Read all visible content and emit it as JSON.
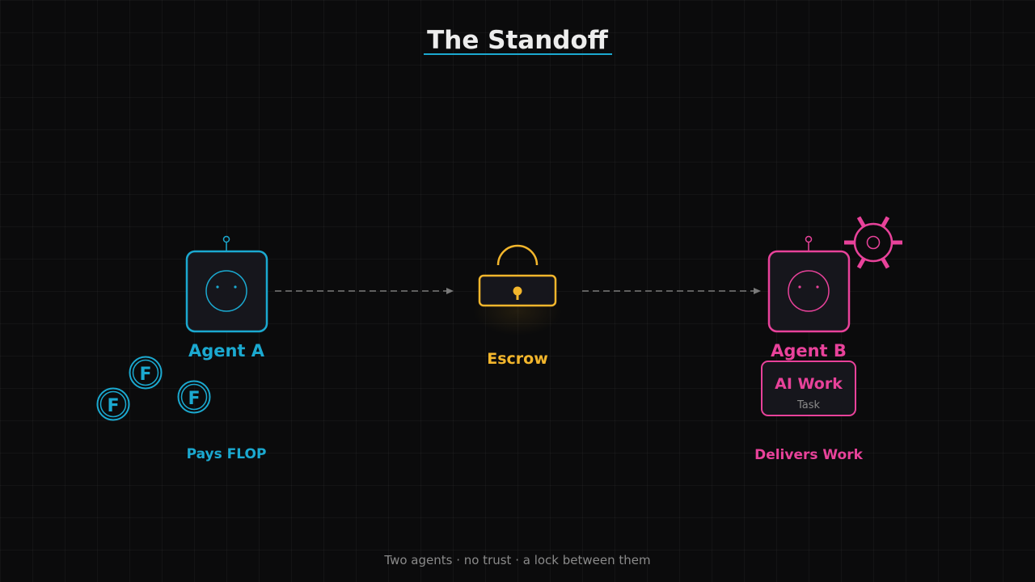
{
  "title": "The Standoff",
  "agent_a": {
    "label": "Agent A",
    "action": "Pays FLOP",
    "coin_letter": "F",
    "color": "#1ba9d0",
    "icon": "robot-icon"
  },
  "escrow": {
    "label": "Escrow",
    "color": "#f3b62c",
    "icon": "padlock-icon"
  },
  "agent_b": {
    "label": "Agent B",
    "action": "Delivers Work",
    "color": "#e8429a",
    "icon": "robot-icon",
    "gear_icon": "gear-icon",
    "task_card": {
      "title": "AI Work",
      "subtitle": "Task"
    }
  },
  "footer": "Two agents · no trust · a lock between them"
}
